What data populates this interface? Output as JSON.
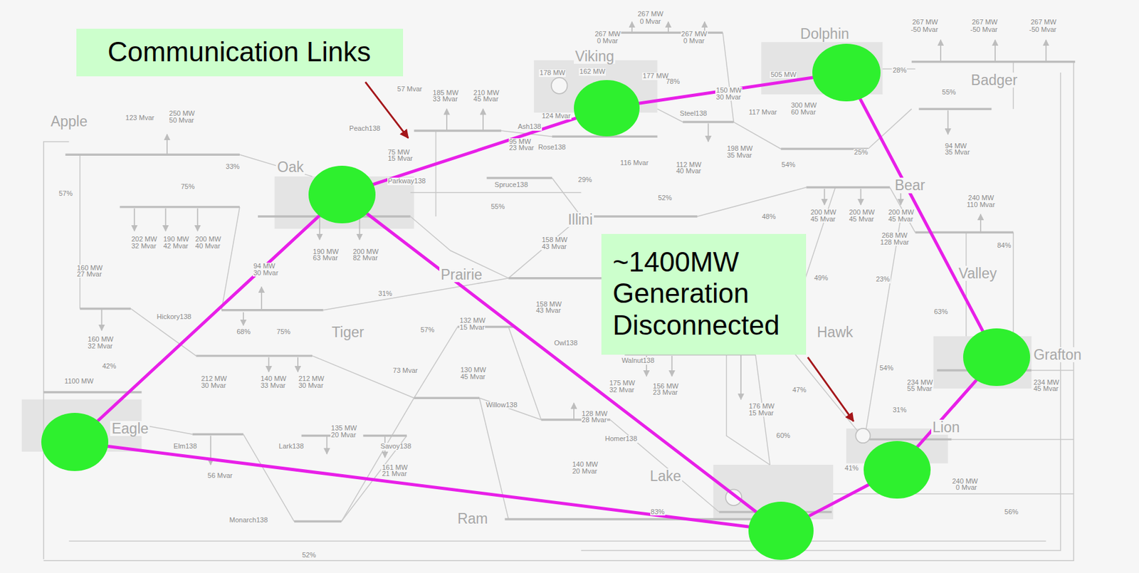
{
  "diagram": {
    "nodes": [
      {
        "text": [
          "Communication Links"
        ]
      },
      {
        "text": [
          "Dolphin"
        ]
      },
      {
        "text": [
          "Viking"
        ]
      },
      {
        "text": [
          "Oak"
        ]
      },
      {
        "text": [
          "~1400MW Generation Disconnected"
        ]
      },
      {
        "text": [
          "Grafton"
        ]
      },
      {
        "text": [
          "Eagle"
        ]
      },
      {
        "text": [
          "Lion"
        ]
      },
      {
        "text": [
          "Lake"
        ]
      }
    ],
    "edges": [
      {
        "from": 3,
        "to": 2,
        "arrow": "none"
      },
      {
        "from": 2,
        "to": 1,
        "arrow": "none"
      },
      {
        "from": 1,
        "to": 5,
        "arrow": "none"
      },
      {
        "from": 5,
        "to": 7,
        "arrow": "none"
      },
      {
        "from": 7,
        "to": 8,
        "arrow": "none"
      },
      {
        "from": 3,
        "to": 8,
        "arrow": "none"
      },
      {
        "from": 6,
        "to": 3,
        "arrow": "none"
      },
      {
        "from": 6,
        "to": 8,
        "arrow": "none"
      }
    ],
    "labels": [
      "267 MW",
      "0 Mvar",
      "267 MW",
      "0 Mvar",
      "267 MW",
      "0 Mvar",
      "267 MW",
      "-50 Mvar",
      "267 MW",
      "-50 Mvar",
      "267 MW",
      "-50 Mvar",
      "505 MW",
      "28%",
      "Badger",
      "55%",
      "57 Mvar",
      "185 MW",
      "33 Mvar",
      "210 MW",
      "45 Mvar",
      "178 MW",
      "162 MW",
      "177 MW",
      "78%",
      "150 MW",
      "30 Mvar",
      "117 Mvar",
      "300 MW",
      "60 Mvar",
      "Steel138",
      "124 Mvar",
      "Ash138",
      "Peach138",
      "95 MW",
      "23 Mvar",
      "Rose138",
      "198 MW",
      "35 Mvar",
      "94 MW",
      "35 Mvar",
      "25%",
      "75 MW",
      "15 Mvar",
      "Apple",
      "123 Mvar",
      "250 MW",
      "50 Mvar",
      "33%",
      "54%",
      "116 Mvar",
      "112 MW",
      "40 Mvar",
      "Parkway138",
      "Spruce138",
      "29%",
      "Bear",
      "57%",
      "75%",
      "55%",
      "52%",
      "240 MW",
      "110 Mvar",
      "Illini",
      "48%",
      "200 MW",
      "45 Mvar",
      "200 MW",
      "45 Mvar",
      "200 MW",
      "45 Mvar",
      "268 MW",
      "128 Mvar",
      "84%",
      "202 MW",
      "32 Mvar",
      "190 MW",
      "42 Mvar",
      "200 MW",
      "40 Mvar",
      "158 MW",
      "43 Mvar",
      "190 MW",
      "63 Mvar",
      "200 MW",
      "82 Mvar",
      "160 MW",
      "27 Mvar",
      "94 MW",
      "30 Mvar",
      "Prairie",
      "Valley",
      "31%",
      "49%",
      "23%",
      "158 MW",
      "43 Mvar",
      "63%",
      "Hickory138",
      "132 MW",
      "15 Mvar",
      "Owl138",
      "Hawk",
      "68%",
      "75%",
      "Tiger",
      "57%",
      "160 MW",
      "32 Mvar",
      "Walnut138",
      "42%",
      "54%",
      "73 Mvar",
      "130 MW",
      "45 Mvar",
      "212 MW",
      "30 Mvar",
      "140 MW",
      "33 Mvar",
      "212 MW",
      "30 Mvar",
      "1100 MW",
      "175 MW",
      "32 Mvar",
      "156 MW",
      "23 Mvar",
      "234 MW",
      "55 Mvar",
      "234 MW",
      "45 Mvar",
      "47%",
      "176 MW",
      "15 Mvar",
      "Willow138",
      "31%",
      "128 MW",
      "28 Mvar",
      "135 MW",
      "20 Mvar",
      "60%",
      "Homer138",
      "Elm138",
      "Lark138",
      "Savoy138",
      "41%",
      "140 MW",
      "20 Mvar",
      "161 MW",
      "21 Mvar",
      "56 Mvar",
      "240 MW",
      "0 Mvar",
      "83%",
      "Ram",
      "56%",
      "Monarch138",
      "52%"
    ]
  }
}
